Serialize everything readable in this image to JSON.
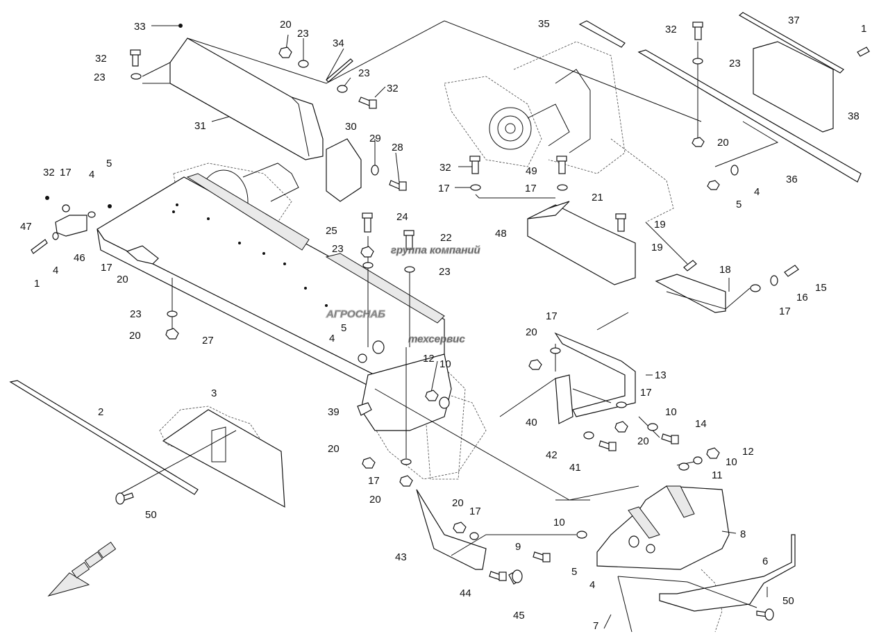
{
  "watermark": {
    "line1": "группа компаний",
    "line2": "АГРОСНАБ",
    "line3": "техсервис"
  },
  "callouts": [
    {
      "id": "c33",
      "text": "33"
    },
    {
      "id": "c20a",
      "text": "20"
    },
    {
      "id": "c23a",
      "text": "23"
    },
    {
      "id": "c34",
      "text": "34"
    },
    {
      "id": "c23b",
      "text": "23"
    },
    {
      "id": "c32a",
      "text": "32"
    },
    {
      "id": "c32b",
      "text": "32"
    },
    {
      "id": "c23c",
      "text": "23"
    },
    {
      "id": "c31",
      "text": "31"
    },
    {
      "id": "c30",
      "text": "30"
    },
    {
      "id": "c29",
      "text": "29"
    },
    {
      "id": "c28",
      "text": "28"
    },
    {
      "id": "c32c",
      "text": "32"
    },
    {
      "id": "c17a",
      "text": "17"
    },
    {
      "id": "c4a",
      "text": "4"
    },
    {
      "id": "c5a",
      "text": "5"
    },
    {
      "id": "c47",
      "text": "47"
    },
    {
      "id": "c46",
      "text": "46"
    },
    {
      "id": "c1a",
      "text": "1"
    },
    {
      "id": "c4b",
      "text": "4"
    },
    {
      "id": "c17b",
      "text": "17"
    },
    {
      "id": "c20b",
      "text": "20"
    },
    {
      "id": "c23d",
      "text": "23"
    },
    {
      "id": "c20c",
      "text": "20"
    },
    {
      "id": "c27",
      "text": "27"
    },
    {
      "id": "c24",
      "text": "24"
    },
    {
      "id": "c25",
      "text": "25"
    },
    {
      "id": "c23e",
      "text": "23"
    },
    {
      "id": "c22",
      "text": "22"
    },
    {
      "id": "c23f",
      "text": "23"
    },
    {
      "id": "c5b",
      "text": "5"
    },
    {
      "id": "c4c",
      "text": "4"
    },
    {
      "id": "c35",
      "text": "35"
    },
    {
      "id": "c32d",
      "text": "32"
    },
    {
      "id": "c37",
      "text": "37"
    },
    {
      "id": "c1b",
      "text": "1"
    },
    {
      "id": "c23g",
      "text": "23"
    },
    {
      "id": "c38",
      "text": "38"
    },
    {
      "id": "c20d",
      "text": "20"
    },
    {
      "id": "c4d",
      "text": "4"
    },
    {
      "id": "c5c",
      "text": "5"
    },
    {
      "id": "c36",
      "text": "36"
    },
    {
      "id": "c32e",
      "text": "32"
    },
    {
      "id": "c49",
      "text": "49"
    },
    {
      "id": "c17c",
      "text": "17"
    },
    {
      "id": "c17d",
      "text": "17"
    },
    {
      "id": "c21",
      "text": "21"
    },
    {
      "id": "c48",
      "text": "48"
    },
    {
      "id": "c19a",
      "text": "19"
    },
    {
      "id": "c19b",
      "text": "19"
    },
    {
      "id": "c18",
      "text": "18"
    },
    {
      "id": "c15",
      "text": "15"
    },
    {
      "id": "c16",
      "text": "16"
    },
    {
      "id": "c17e",
      "text": "17"
    },
    {
      "id": "c17f",
      "text": "17"
    },
    {
      "id": "c20e",
      "text": "20"
    },
    {
      "id": "c13",
      "text": "13"
    },
    {
      "id": "c12a",
      "text": "12"
    },
    {
      "id": "c10a",
      "text": "10"
    },
    {
      "id": "c39",
      "text": "39"
    },
    {
      "id": "c17g",
      "text": "17"
    },
    {
      "id": "c40",
      "text": "40"
    },
    {
      "id": "c10b",
      "text": "10"
    },
    {
      "id": "c14",
      "text": "14"
    },
    {
      "id": "c20f",
      "text": "20"
    },
    {
      "id": "c42",
      "text": "42"
    },
    {
      "id": "c41",
      "text": "41"
    },
    {
      "id": "c12b",
      "text": "12"
    },
    {
      "id": "c10c",
      "text": "10"
    },
    {
      "id": "c11",
      "text": "11"
    },
    {
      "id": "c3",
      "text": "3"
    },
    {
      "id": "c2",
      "text": "2"
    },
    {
      "id": "c20g",
      "text": "20"
    },
    {
      "id": "c17h",
      "text": "17"
    },
    {
      "id": "c20h",
      "text": "20"
    },
    {
      "id": "c50a",
      "text": "50"
    },
    {
      "id": "c20i",
      "text": "20"
    },
    {
      "id": "c17i",
      "text": "17"
    },
    {
      "id": "c10d",
      "text": "10"
    },
    {
      "id": "c8",
      "text": "8"
    },
    {
      "id": "c9",
      "text": "9"
    },
    {
      "id": "c43",
      "text": "43"
    },
    {
      "id": "c5d",
      "text": "5"
    },
    {
      "id": "c4e",
      "text": "4"
    },
    {
      "id": "c6",
      "text": "6"
    },
    {
      "id": "c44",
      "text": "44"
    },
    {
      "id": "c45",
      "text": "45"
    },
    {
      "id": "c50b",
      "text": "50"
    },
    {
      "id": "c7",
      "text": "7"
    }
  ]
}
